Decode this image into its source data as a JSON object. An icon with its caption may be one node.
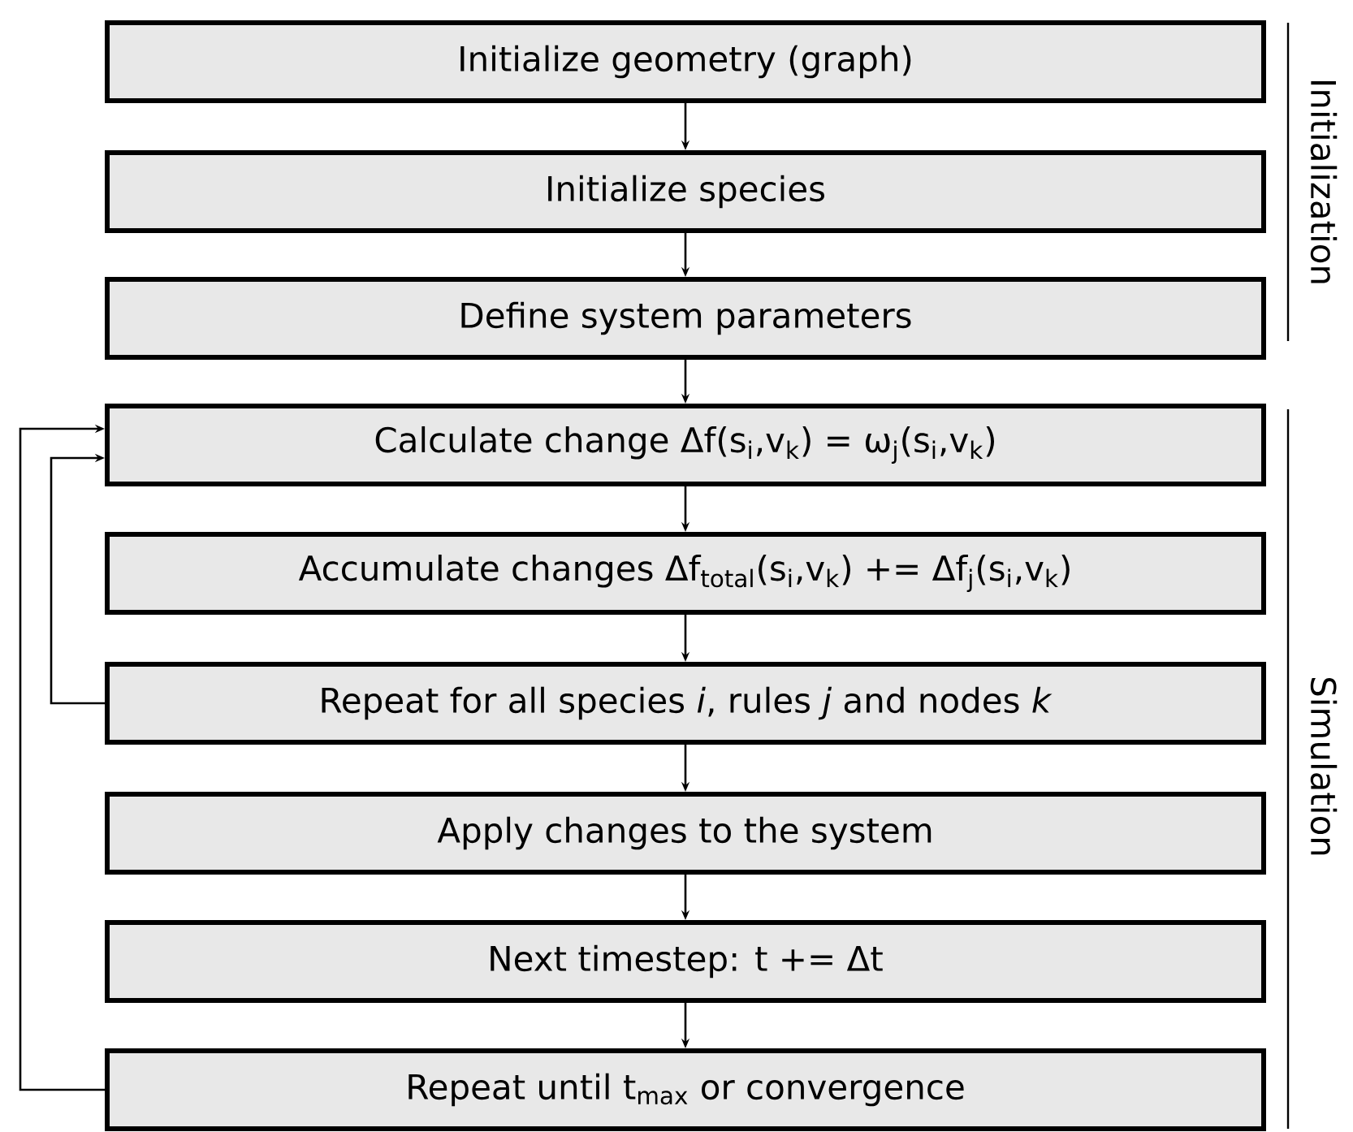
{
  "diagram": {
    "nodes": [
      {
        "text": [
          "Initialize geometry (graph)"
        ]
      },
      {
        "text": [
          "Initialize species"
        ]
      },
      {
        "text": [
          "Define system parameters"
        ]
      },
      {
        "text": [
          "Calculate change Δf(s$_{i}$,v$_{k}$) = ω$_{j}$(s$_{i}$,v$_{k}$)"
        ]
      },
      {
        "text": [
          "Accumulate changes Δf$_{total}$(s$_{i}$,v$_{k}$) += Δf$_{j}$(s$_{i}$,v$_{k}$)"
        ]
      },
      {
        "text": [
          "Repeat for all species *i*, rules *j* and nodes *k*"
        ]
      },
      {
        "text": [
          "Apply changes to the system"
        ]
      },
      {
        "text": [
          "Next timestep: t += Δt"
        ]
      },
      {
        "text": [
          "Repeat until t$_{max}$ or convergence"
        ]
      }
    ],
    "edges": [
      {
        "from": 0,
        "to": 1,
        "arrow": "to"
      },
      {
        "from": 1,
        "to": 2,
        "arrow": "to"
      },
      {
        "from": 2,
        "to": 3,
        "arrow": "to"
      },
      {
        "from": 3,
        "to": 4,
        "arrow": "to"
      },
      {
        "from": 4,
        "to": 5,
        "arrow": "to"
      },
      {
        "from": 5,
        "to": 6,
        "arrow": "to"
      },
      {
        "from": 6,
        "to": 7,
        "arrow": "to"
      },
      {
        "from": 7,
        "to": 8,
        "arrow": "to"
      },
      {
        "from": 5,
        "to": 3,
        "arrow": "to"
      },
      {
        "from": 8,
        "to": 3,
        "arrow": "to"
      }
    ],
    "labels": [
      "Initialization",
      "Simulation"
    ]
  }
}
